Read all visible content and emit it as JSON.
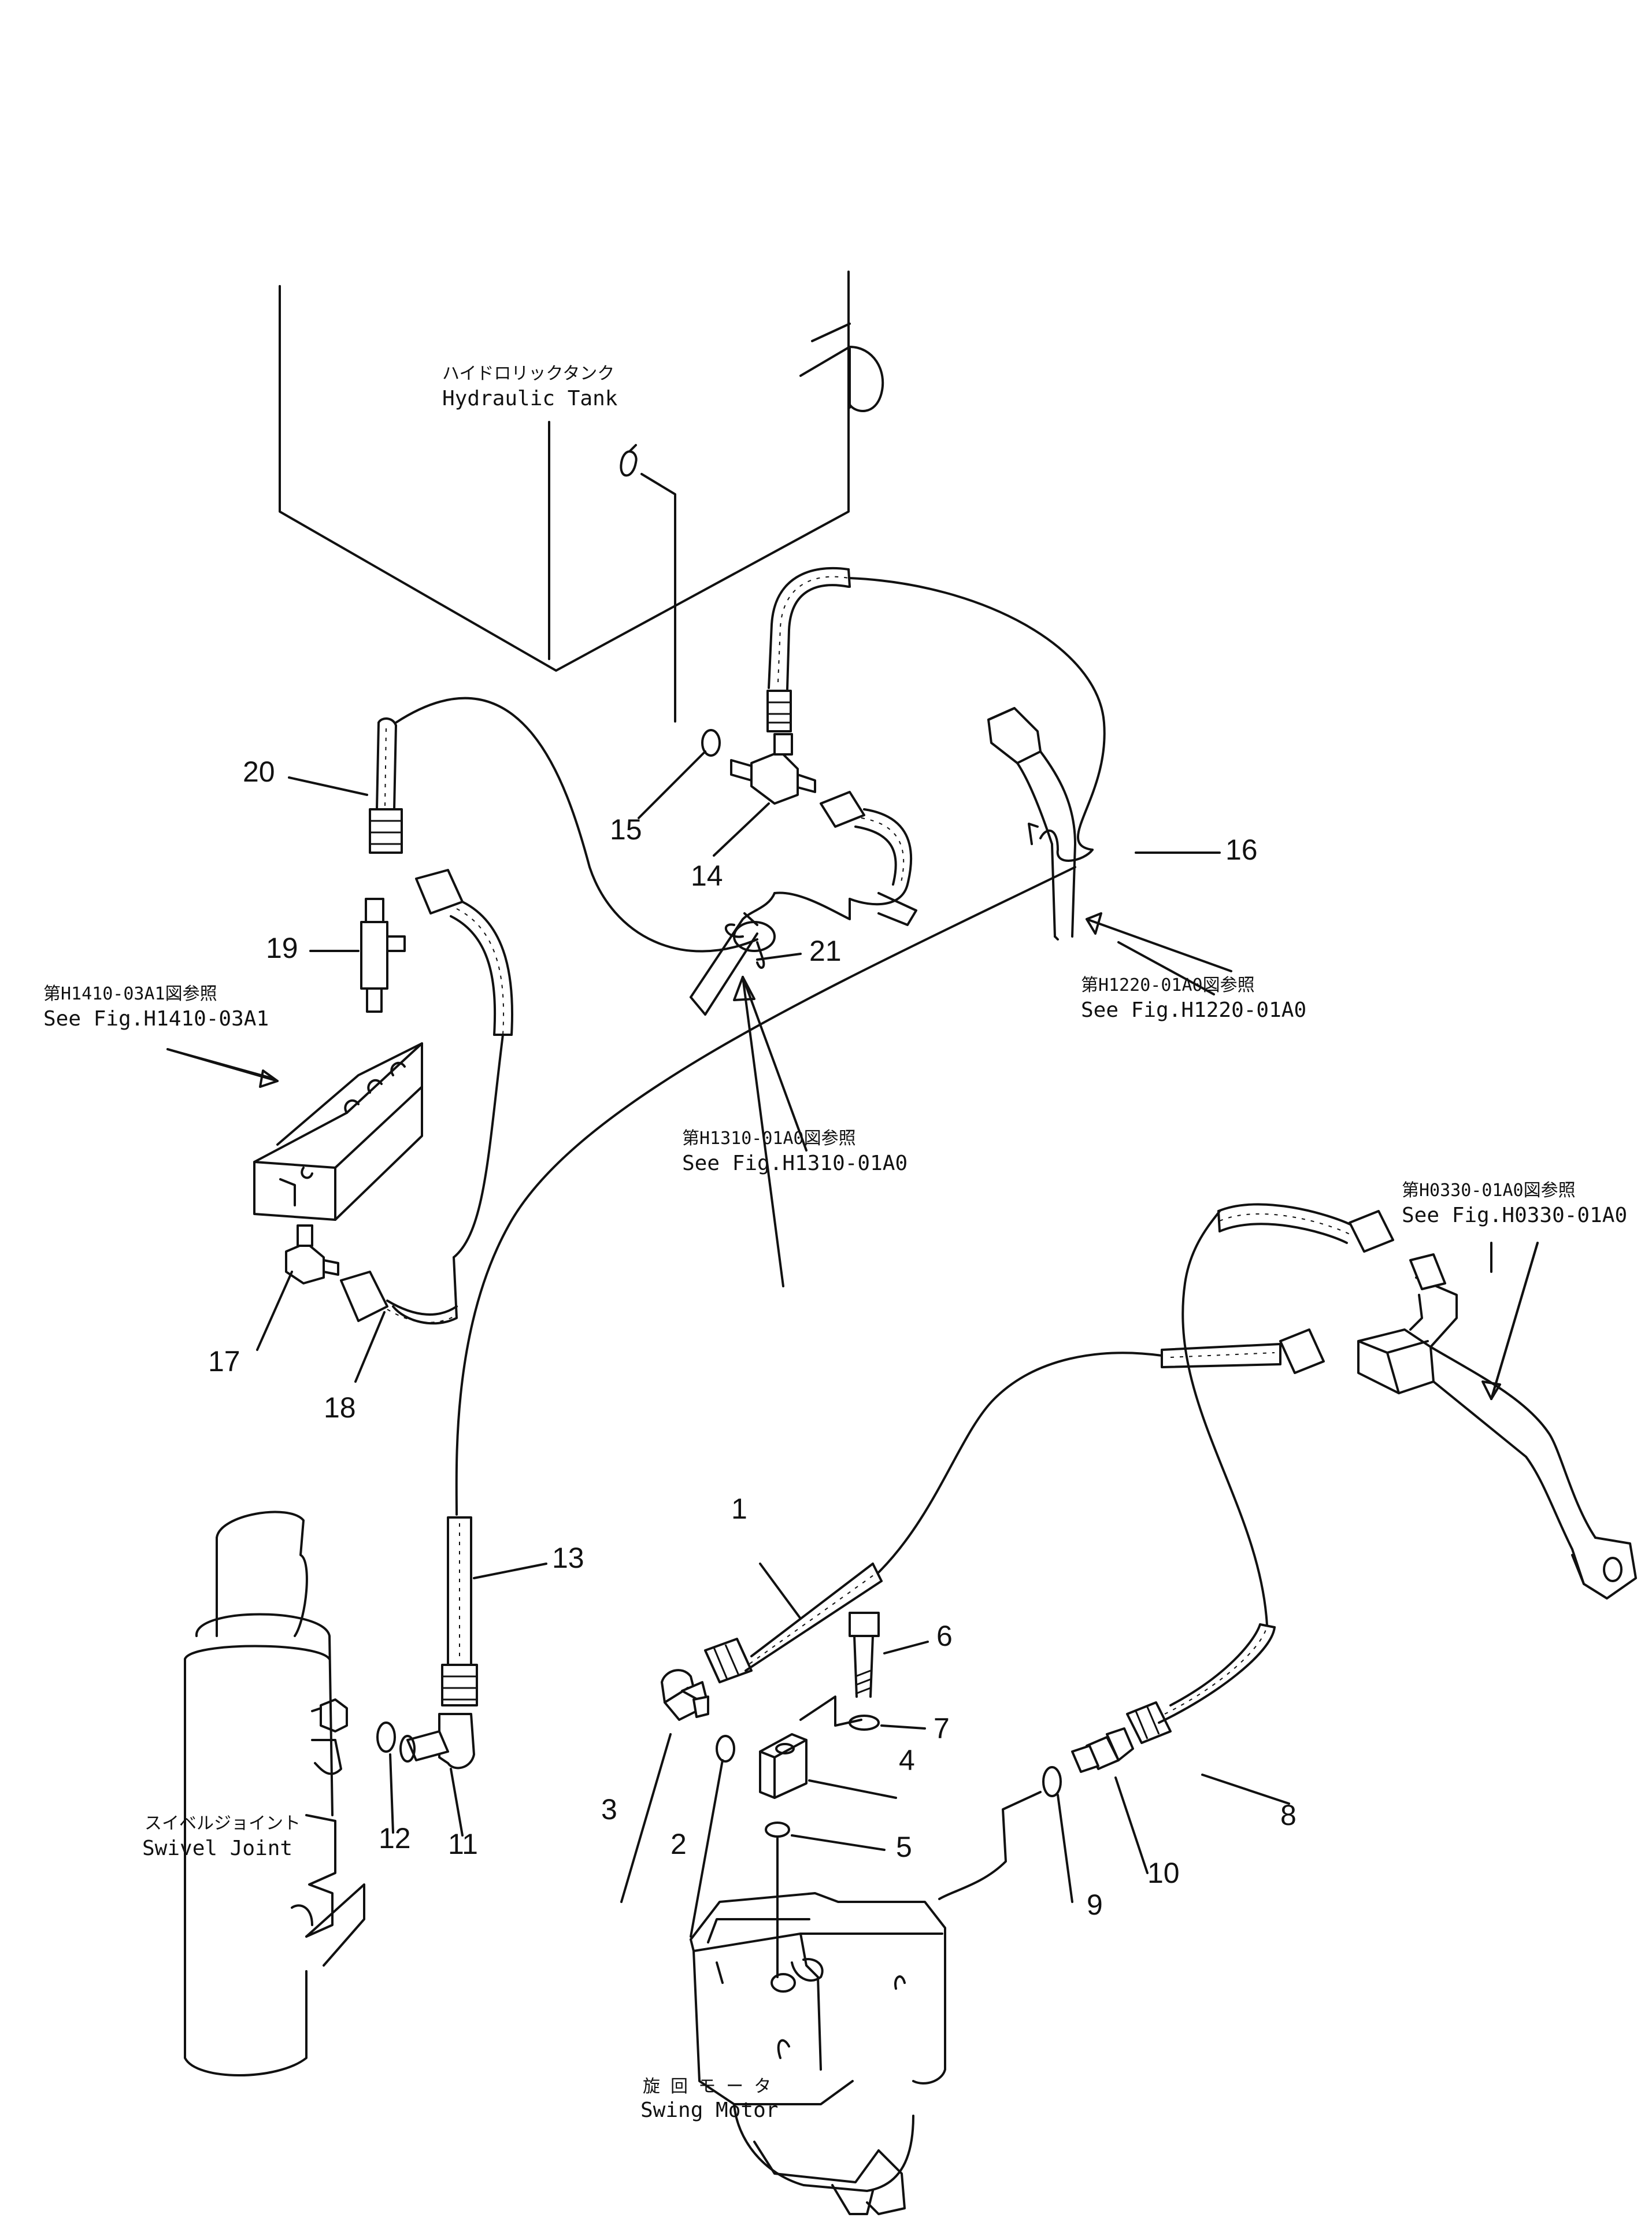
{
  "components": {
    "hydraulic_tank": {
      "jp": "ハイドロリックタンク",
      "en": "Hydraulic  Tank"
    },
    "swivel_joint": {
      "jp": "スイベルジョイント",
      "en": "Swivel  Joint"
    },
    "swing_motor": {
      "jp": "旋 回 モ ー タ",
      "en": "Swing  Motor"
    }
  },
  "references": [
    {
      "jp": "第H1410-03A1図参照",
      "en": "See Fig.H1410-03A1"
    },
    {
      "jp": "第H1310-01A0図参照",
      "en": "See Fig.H1310-01A0"
    },
    {
      "jp": "第H1220-01A0図参照",
      "en": "See Fig.H1220-01A0"
    },
    {
      "jp": "第H0330-01A0図参照",
      "en": "See Fig.H0330-01A0"
    }
  ],
  "callouts": [
    "1",
    "2",
    "3",
    "4",
    "5",
    "6",
    "7",
    "8",
    "9",
    "10",
    "11",
    "12",
    "13",
    "14",
    "15",
    "16",
    "17",
    "18",
    "19",
    "20",
    "21"
  ]
}
